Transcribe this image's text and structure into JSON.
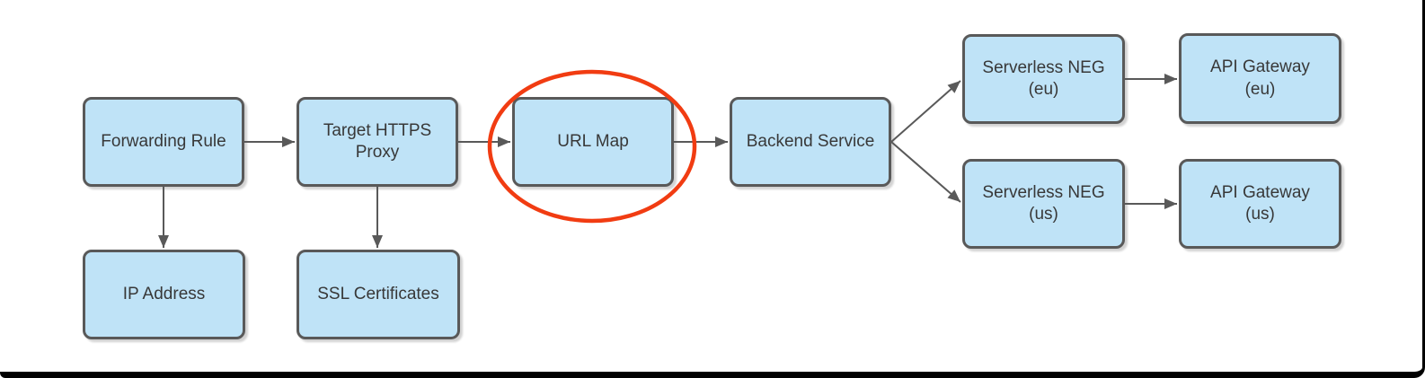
{
  "diagram": {
    "description": "HTTPS load balancer architecture flow with URL Map highlighted",
    "nodes": [
      {
        "id": "forwarding-rule",
        "label": "Forwarding Rule"
      },
      {
        "id": "target-https-proxy",
        "label": "Target HTTPS\nProxy"
      },
      {
        "id": "url-map",
        "label": "URL Map"
      },
      {
        "id": "backend-service",
        "label": "Backend Service"
      },
      {
        "id": "serverless-neg-eu",
        "label": "Serverless NEG\n(eu)"
      },
      {
        "id": "api-gateway-eu",
        "label": "API Gateway\n(eu)"
      },
      {
        "id": "serverless-neg-us",
        "label": "Serverless NEG\n(us)"
      },
      {
        "id": "api-gateway-us",
        "label": "API Gateway\n(us)"
      },
      {
        "id": "ip-address",
        "label": "IP Address"
      },
      {
        "id": "ssl-certificates",
        "label": "SSL Certificates"
      }
    ],
    "edges": [
      {
        "from": "Forwarding Rule",
        "to": "Target HTTPS Proxy"
      },
      {
        "from": "Forwarding Rule",
        "to": "IP Address"
      },
      {
        "from": "Target HTTPS Proxy",
        "to": "URL Map"
      },
      {
        "from": "Target HTTPS Proxy",
        "to": "SSL Certificates"
      },
      {
        "from": "URL Map",
        "to": "Backend Service"
      },
      {
        "from": "Backend Service",
        "to": "Serverless NEG (eu)"
      },
      {
        "from": "Backend Service",
        "to": "Serverless NEG (us)"
      },
      {
        "from": "Serverless NEG (eu)",
        "to": "API Gateway (eu)"
      },
      {
        "from": "Serverless NEG (us)",
        "to": "API Gateway (us)"
      }
    ],
    "annotations": [
      {
        "type": "highlight-ellipse",
        "target": "URL Map"
      }
    ]
  },
  "colors": {
    "background": "#ffffff",
    "frame": "#000000",
    "node_fill": "#bfe3f7",
    "node_border": "#595959",
    "text": "#383838",
    "connector": "#595959",
    "highlight": "#f13c12"
  }
}
